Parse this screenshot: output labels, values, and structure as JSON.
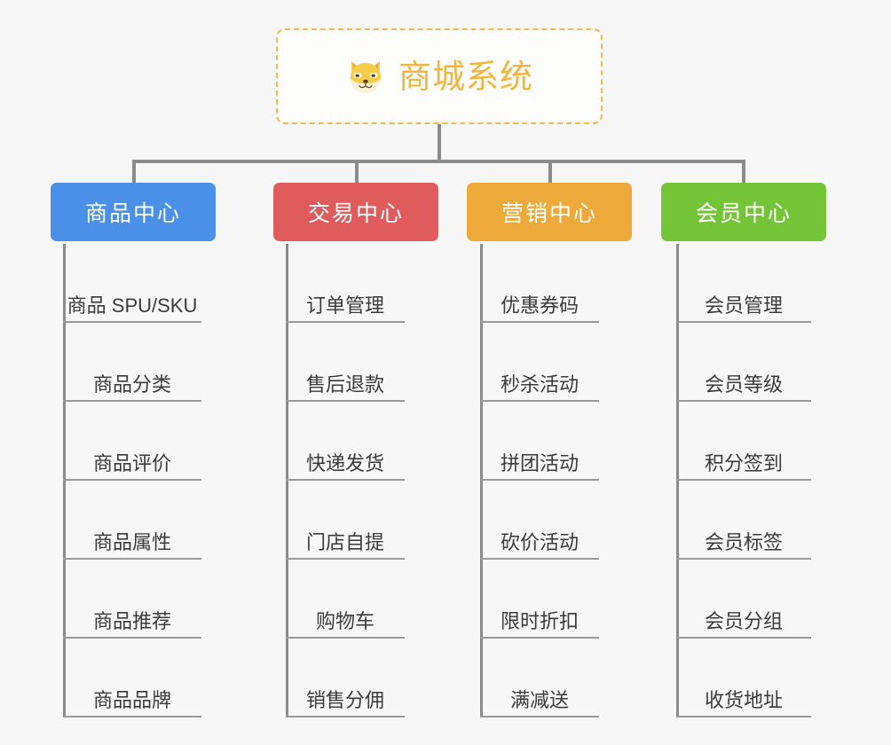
{
  "root": {
    "title": "商城系统",
    "icon": "shiba-dog-face-icon",
    "border_color": "#f0b94a",
    "title_color": "#f2b53c",
    "background": "#fdfdfc"
  },
  "canvas": {
    "background": "#f7f7f7",
    "connector_color": "#8b8b8b"
  },
  "branches": [
    {
      "label": "商品中心",
      "color": "#4a90e8",
      "items": [
        "商品 SPU/SKU",
        "商品分类",
        "商品评价",
        "商品属性",
        "商品推荐",
        "商品品牌"
      ]
    },
    {
      "label": "交易中心",
      "color": "#e05c5c",
      "items": [
        "订单管理",
        "售后退款",
        "快递发货",
        "门店自提",
        "购物车",
        "销售分佣"
      ]
    },
    {
      "label": "营销中心",
      "color": "#eda93a",
      "items": [
        "优惠券码",
        "秒杀活动",
        "拼团活动",
        "砍价活动",
        "限时折扣",
        "满减送"
      ]
    },
    {
      "label": "会员中心",
      "color": "#74c437",
      "items": [
        "会员管理",
        "会员等级",
        "积分签到",
        "会员标签",
        "会员分组",
        "收货地址"
      ]
    }
  ]
}
